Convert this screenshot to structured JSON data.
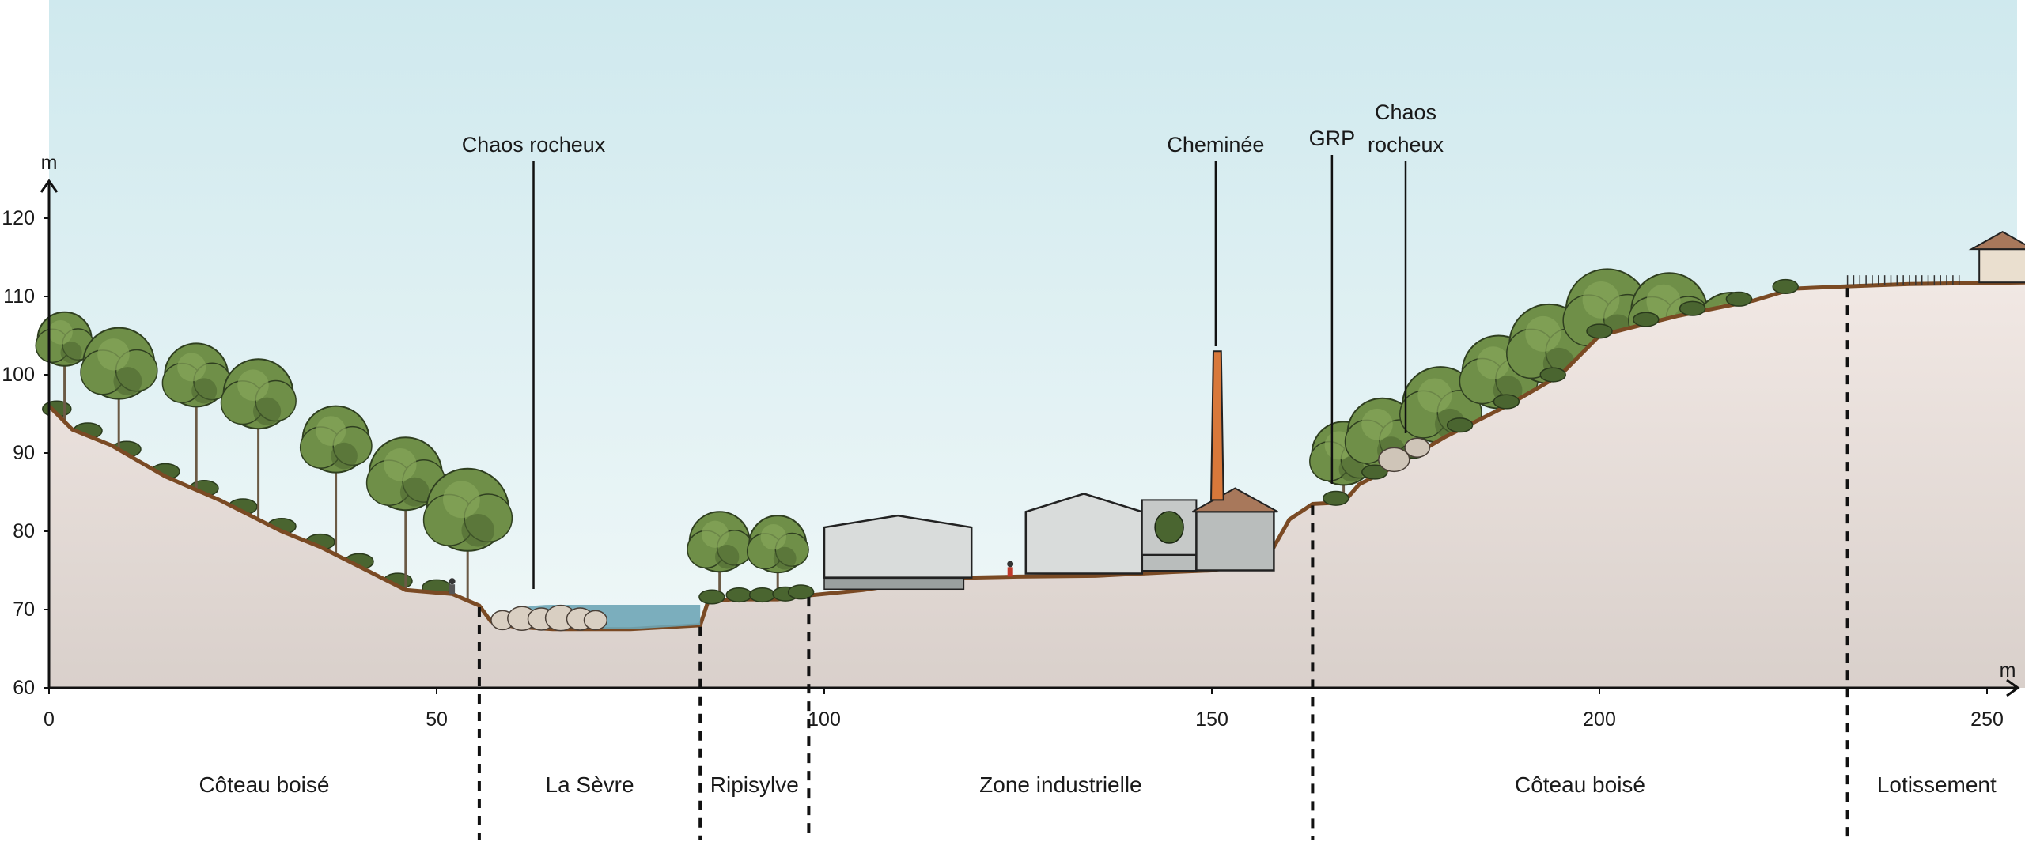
{
  "axes": {
    "y_unit": "m",
    "x_unit": "m",
    "y_ticks": [
      "60",
      "70",
      "80",
      "90",
      "100",
      "110",
      "120"
    ],
    "x_ticks": [
      "0",
      "50",
      "100",
      "150",
      "200",
      "250"
    ],
    "x_range": [
      0,
      255
    ],
    "y_range": [
      60,
      126
    ]
  },
  "annotations": [
    {
      "id": "chaos-rocheux-1",
      "lines": [
        "Chaos rocheux"
      ],
      "x_m": 62.5
    },
    {
      "id": "cheminee",
      "lines": [
        "Cheminée"
      ],
      "x_m": 150.5
    },
    {
      "id": "grp",
      "lines": [
        "GRP"
      ],
      "x_m": 165.5
    },
    {
      "id": "chaos-rocheux-2",
      "lines": [
        "Chaos",
        "rocheux"
      ],
      "x_m": 175
    }
  ],
  "zones": [
    {
      "label": "Côteau boisé",
      "from_m": 0,
      "to_m": 55.5
    },
    {
      "label": "La Sèvre",
      "from_m": 55.5,
      "to_m": 84
    },
    {
      "label": "Ripisylve",
      "from_m": 84,
      "to_m": 98
    },
    {
      "label": "Zone industrielle",
      "from_m": 98,
      "to_m": 163
    },
    {
      "label": "Côteau boisé",
      "from_m": 163,
      "to_m": 232
    },
    {
      "label": "Lotissement",
      "from_m": 232,
      "to_m": 255
    }
  ],
  "terrain_profile": [
    [
      0,
      96
    ],
    [
      3,
      93
    ],
    [
      8,
      91
    ],
    [
      15,
      87
    ],
    [
      22,
      84
    ],
    [
      30,
      80
    ],
    [
      35,
      78
    ],
    [
      40,
      75.5
    ],
    [
      46,
      72.5
    ],
    [
      52,
      72
    ],
    [
      55.5,
      70.5
    ],
    [
      57,
      68.5
    ],
    [
      60,
      67.8
    ],
    [
      65,
      67.5
    ],
    [
      75,
      67.5
    ],
    [
      84,
      68
    ],
    [
      85,
      71
    ],
    [
      88,
      71.3
    ],
    [
      94,
      71.3
    ],
    [
      98,
      71.8
    ],
    [
      105,
      72.5
    ],
    [
      115,
      74
    ],
    [
      125,
      74.2
    ],
    [
      135,
      74.3
    ],
    [
      145,
      74.8
    ],
    [
      150,
      75
    ],
    [
      153,
      75.5
    ],
    [
      157,
      76
    ],
    [
      158,
      78
    ],
    [
      160,
      81.5
    ],
    [
      163,
      83.5
    ],
    [
      167,
      83.7
    ],
    [
      169,
      86
    ],
    [
      174,
      88.5
    ],
    [
      180,
      92
    ],
    [
      188,
      96
    ],
    [
      195,
      100
    ],
    [
      200,
      105
    ],
    [
      204,
      106
    ],
    [
      210,
      107.5
    ],
    [
      215,
      108.5
    ],
    [
      220,
      109.5
    ],
    [
      225,
      111
    ],
    [
      232,
      111.3
    ],
    [
      240,
      111.6
    ],
    [
      255,
      111.8
    ]
  ],
  "colors": {
    "sky_top": "#cfe9ee",
    "sky_bottom": "#f1f8f8",
    "ground": "#ece2dd",
    "ground_line": "#7a4a24",
    "tree_foliage": "#6f8f48",
    "tree_dark": "#4a6530",
    "water": "#6ea6b6",
    "chimney": "#d8783a",
    "building_light": "#d9dcdb",
    "building_mid": "#b9bdbc",
    "roof": "#a8785b"
  }
}
